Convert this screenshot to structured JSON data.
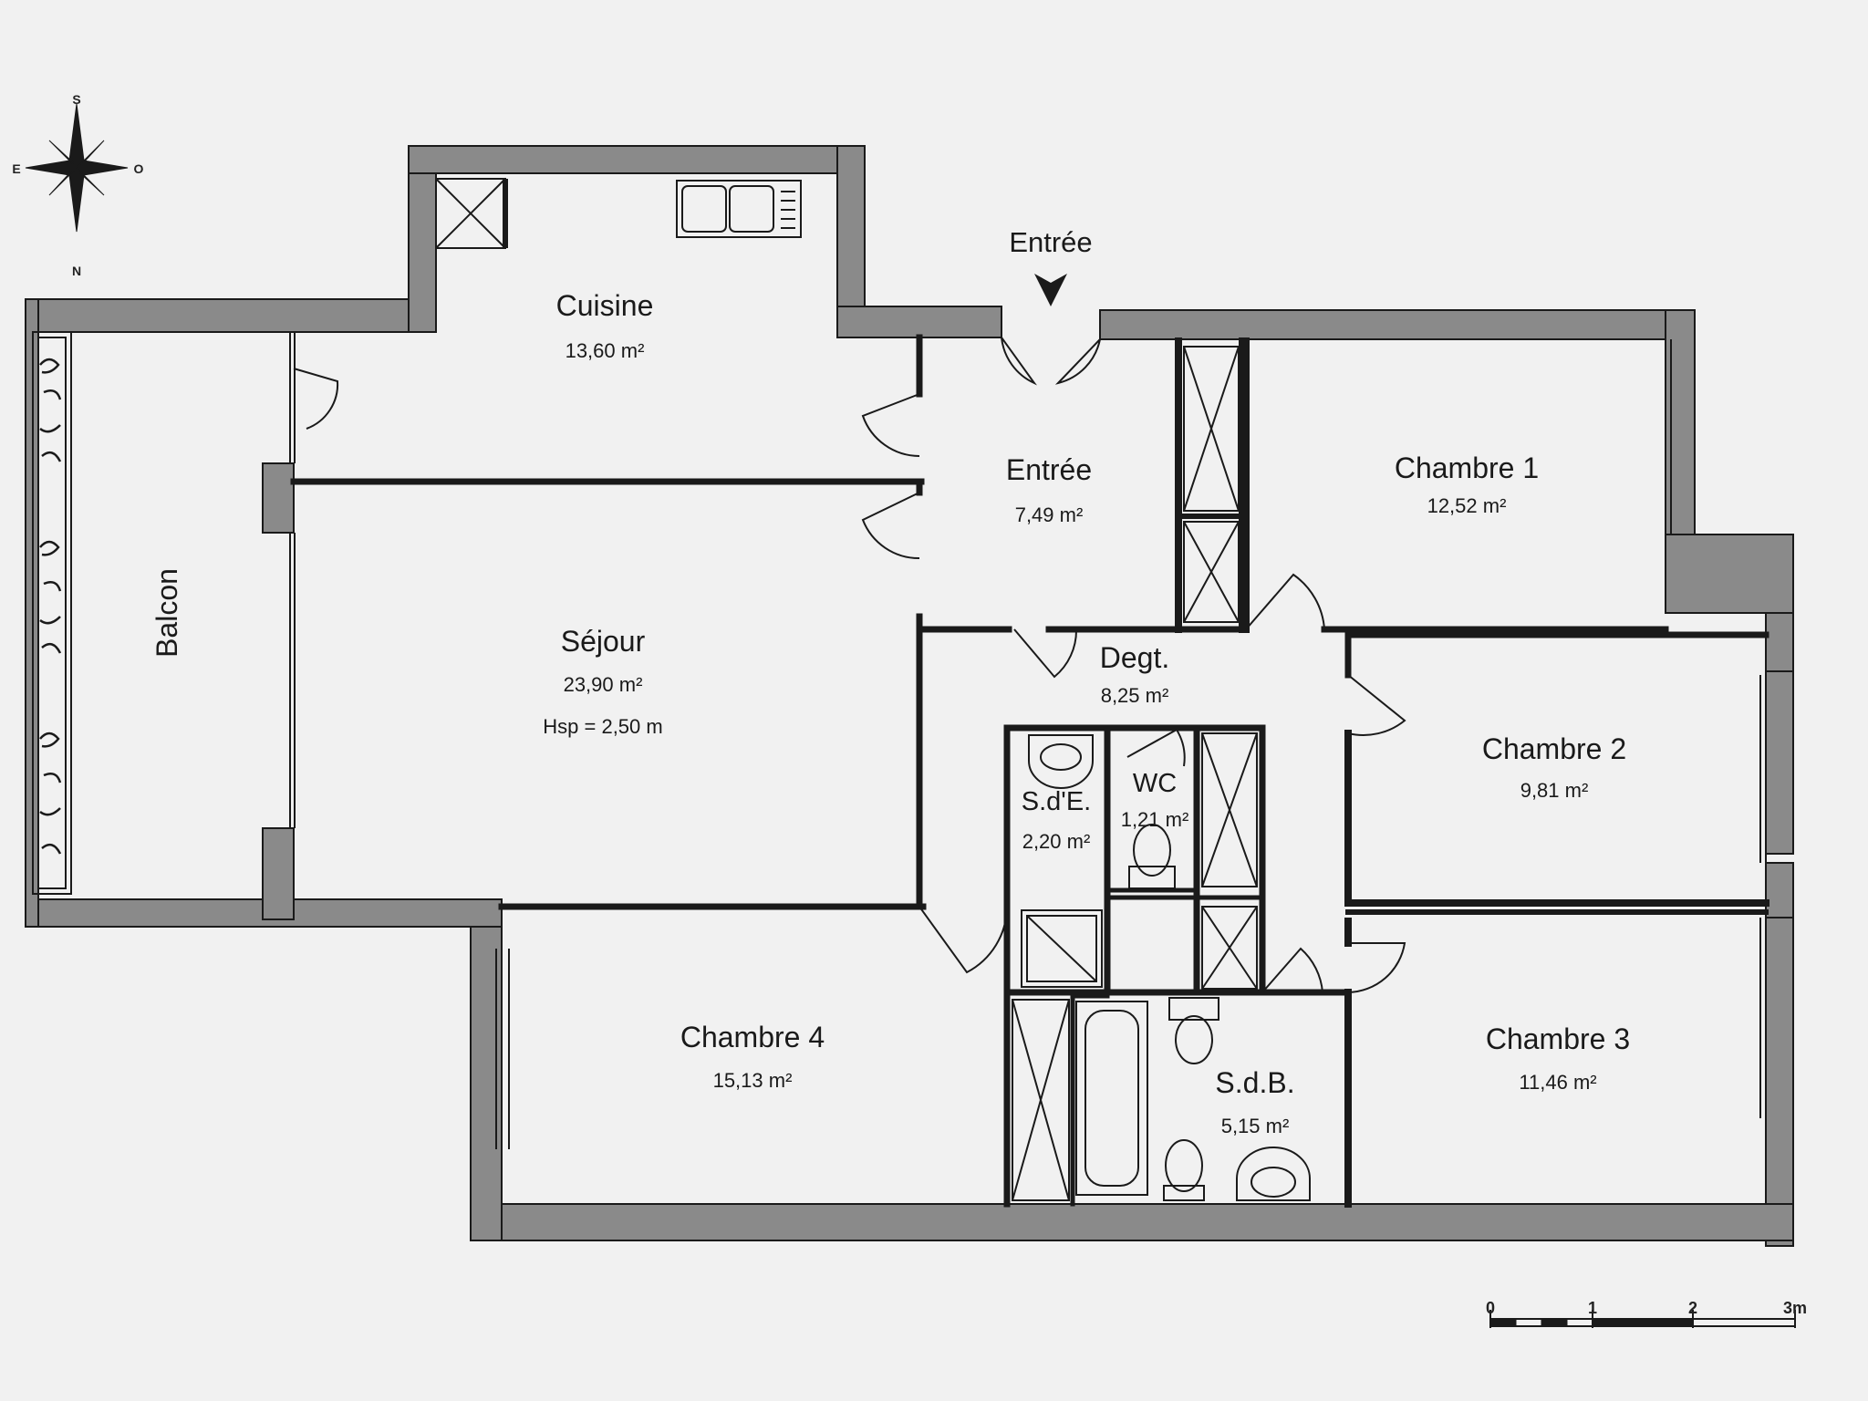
{
  "entrance_label": "Entrée",
  "compass": {
    "north": "N",
    "south": "S",
    "east": "E",
    "west": "O"
  },
  "rooms": {
    "cuisine": {
      "name": "Cuisine",
      "area": "13,60 m²"
    },
    "entree": {
      "name": "Entrée",
      "area": "7,49 m²"
    },
    "chambre1": {
      "name": "Chambre 1",
      "area": "12,52 m²"
    },
    "balcon": {
      "name": "Balcon"
    },
    "sejour": {
      "name": "Séjour",
      "area": "23,90 m²",
      "height": "Hsp = 2,50 m"
    },
    "degt": {
      "name": "Degt.",
      "area": "8,25 m²"
    },
    "chambre2": {
      "name": "Chambre 2",
      "area": "9,81 m²"
    },
    "sde": {
      "name": "S.d'E.",
      "area": "2,20 m²"
    },
    "wc": {
      "name": "WC",
      "area": "1,21 m²"
    },
    "chambre4": {
      "name": "Chambre 4",
      "area": "15,13 m²"
    },
    "sdb": {
      "name": "S.d.B.",
      "area": "5,15 m²"
    },
    "chambre3": {
      "name": "Chambre 3",
      "area": "11,46 m²"
    }
  },
  "scale": {
    "ticks": [
      "0",
      "1",
      "2",
      "3m"
    ]
  },
  "colors": {
    "wall": "#8a8a8a",
    "line": "#1a1a1a",
    "paper": "#f1f1f1"
  }
}
